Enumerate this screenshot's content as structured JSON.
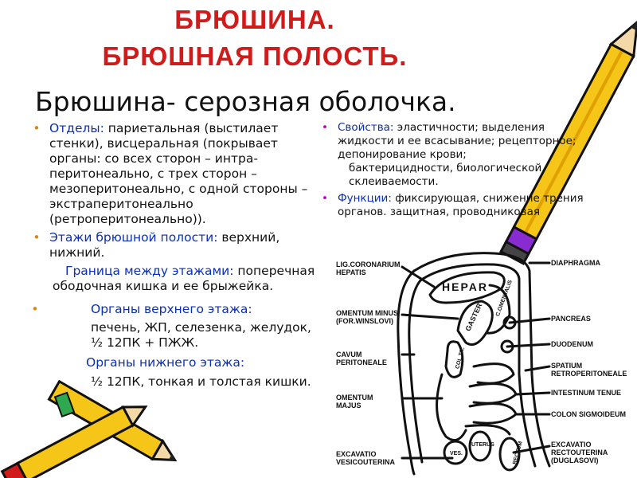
{
  "title": {
    "line1": "БРЮШИНА.",
    "line2": "БРЮШНАЯ ПОЛОСТЬ.",
    "subtitle": "Брюшина- серозная оболочка."
  },
  "left": {
    "bullet": "•",
    "divisions_term": "Отделы:",
    "divisions_text": "париетальная (выстилает стенки), висцеральная (покрывает органы: со всех сторон – интра-перитонеально, с трех сторон – мезоперитонеально, с одной стороны – экстраперитонеально (ретроперитонеально)).",
    "floors_term": "Этажи брюшной полости:",
    "floors_text": "верхний, нижний.",
    "border_term": "Граница между этажами:",
    "border_text": "поперечная ободочная кишка и ее брыжейка.",
    "upper_term": "Органы верхнего этажа:",
    "upper_text": "печень, ЖП, селезенка, желудок, ½ 12ПК + ПЖЖ.",
    "lower_term": "Органы нижнего этажа:",
    "lower_text": "½ 12ПК, тонкая и толстая кишки."
  },
  "right": {
    "bullet": "•",
    "props_term": "Свойства:",
    "props_text": "эластичности; выделения жидкости и ее всасывание; рецепторное; депонирование крови;",
    "props_text2": "бактерицидности, биологической склеиваемости.",
    "func_term": "Функции:",
    "func_text": "фиксирующая, снижение трения органов. защитная, проводниковая"
  },
  "diagram": {
    "left_labels": [
      "LIG.CORONARIUM HEPATIS",
      "OMENTUM MINUS (FOR.WINSLOVI)",
      "CAVUM PERITONEALE",
      "OMENTUM MAJUS",
      "EXCAVATIO VESICOUTERINA"
    ],
    "right_labels": [
      "DIAPHRAGMA",
      "PANCREAS",
      "DUODENUM",
      "SPATIUM RETROPERITONEALE",
      "INTESTINUM TENUE",
      "COLON SIGMOIDEUM",
      "EXCAVATIO RECTOUTERINA (DUGLASOVI)"
    ],
    "organs": [
      "HEPAR",
      "GASTER",
      "C.OMENTALIS",
      "COL.TR.",
      "VES.",
      "UTERUS",
      "RECTUM"
    ]
  },
  "colors": {
    "title": "#d11a1a",
    "term_blue": "#0b2fb5",
    "bullet_orange": "#d18a18",
    "bullet_magenta": "#c000c0",
    "pencil_yellow": "#f5c518",
    "pencil_outline": "#111111"
  }
}
